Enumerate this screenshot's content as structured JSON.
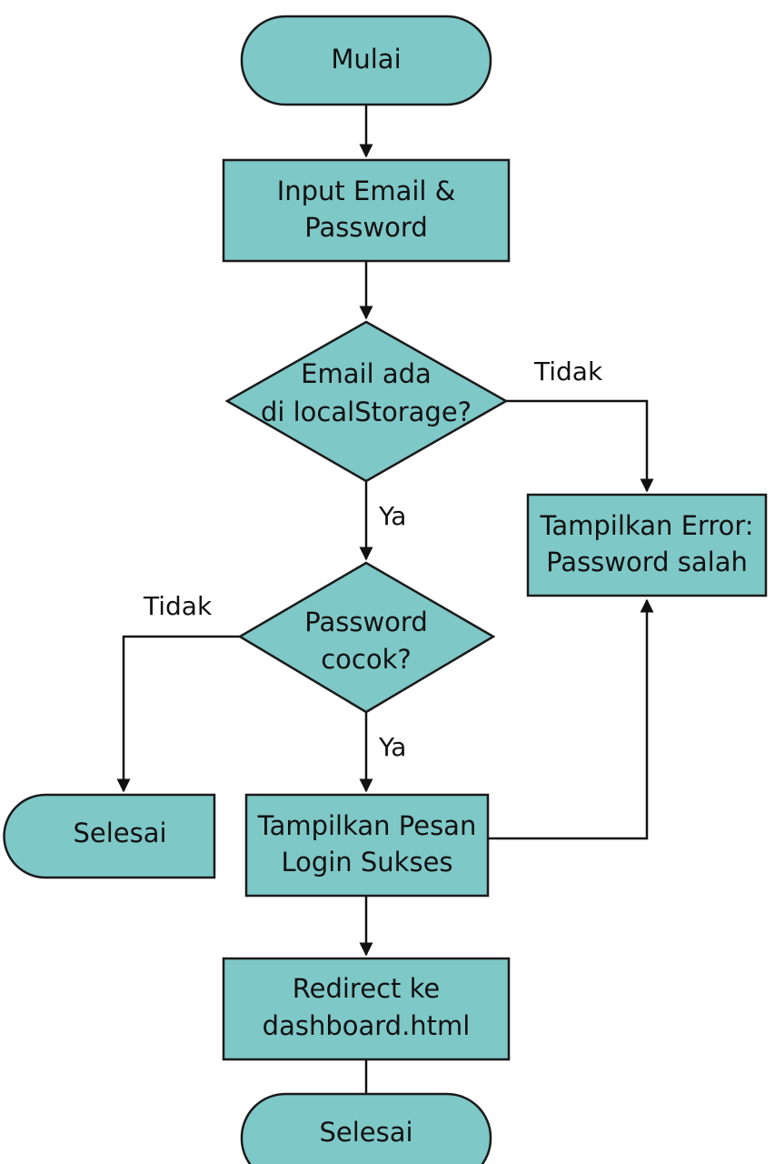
{
  "diagram": {
    "type": "flowchart",
    "colors": {
      "node_fill": "#7fc8c8",
      "stroke": "#1a1a1a",
      "text": "#111111",
      "background": "#ffffff"
    },
    "nodes": {
      "start": {
        "shape": "terminator",
        "line1": "Mulai"
      },
      "input": {
        "shape": "process",
        "line1": "Input Email &",
        "line2": "Password"
      },
      "check_email": {
        "shape": "decision",
        "line1": "Email ada",
        "line2": "di localStorage?"
      },
      "check_password": {
        "shape": "decision",
        "line1": "Password",
        "line2": "cocok?"
      },
      "error": {
        "shape": "process",
        "line1": "Tampilkan Error:",
        "line2": "Password salah"
      },
      "success": {
        "shape": "process",
        "line1": "Tampilkan Pesan",
        "line2": "Login Sukses"
      },
      "redirect": {
        "shape": "process",
        "line1": "Redirect ke",
        "line2": "dashboard.html"
      },
      "end_left": {
        "shape": "terminator",
        "line1": "Selesai"
      },
      "end_bottom": {
        "shape": "terminator",
        "line1": "Selesai"
      }
    },
    "edges": [
      {
        "from": "start",
        "to": "input",
        "label": ""
      },
      {
        "from": "input",
        "to": "check_email",
        "label": ""
      },
      {
        "from": "check_email",
        "to": "error",
        "label": "Tidak"
      },
      {
        "from": "check_email",
        "to": "check_password",
        "label": "Ya"
      },
      {
        "from": "check_password",
        "to": "end_left",
        "label": "Tidak"
      },
      {
        "from": "check_password",
        "to": "success",
        "label": "Ya"
      },
      {
        "from": "success",
        "to": "error",
        "label": ""
      },
      {
        "from": "success",
        "to": "redirect",
        "label": ""
      },
      {
        "from": "redirect",
        "to": "end_bottom",
        "label": ""
      }
    ]
  }
}
